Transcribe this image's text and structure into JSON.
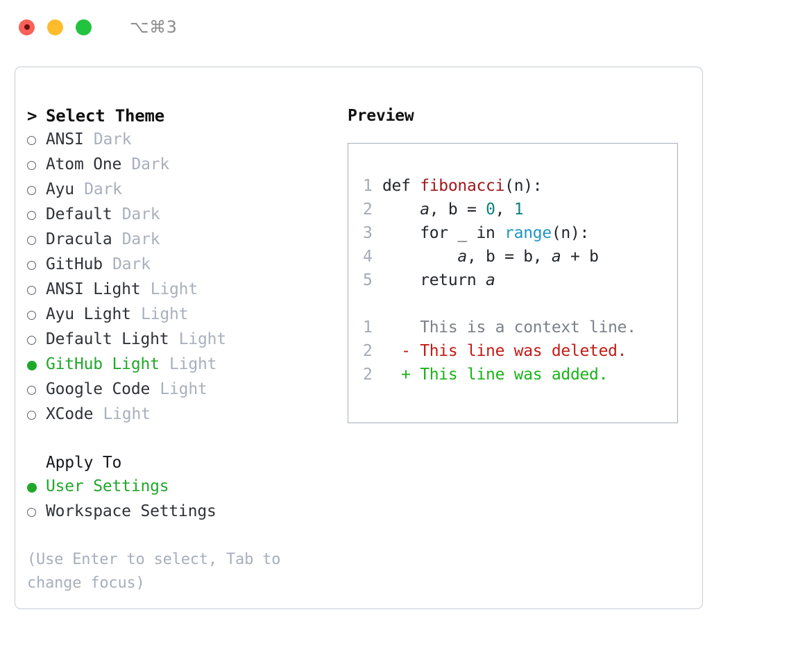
{
  "titlebar": {
    "shortcut": "⌥⌘3",
    "traffic_lights": [
      {
        "name": "close",
        "color": "#fb6159"
      },
      {
        "name": "minimize",
        "color": "#fdbc2e"
      },
      {
        "name": "maximize",
        "color": "#22c33e"
      }
    ]
  },
  "theme_list": {
    "header_marker": ">",
    "header_label": "Select Theme",
    "items": [
      {
        "marker": "ring",
        "label": "ANSI",
        "variant": "Dark",
        "selected": false
      },
      {
        "marker": "ring",
        "label": "Atom One",
        "variant": "Dark",
        "selected": false
      },
      {
        "marker": "ring",
        "label": "Ayu",
        "variant": "Dark",
        "selected": false
      },
      {
        "marker": "ring",
        "label": "Default",
        "variant": "Dark",
        "selected": false
      },
      {
        "marker": "ring",
        "label": "Dracula",
        "variant": "Dark",
        "selected": false
      },
      {
        "marker": "ring",
        "label": "GitHub",
        "variant": "Dark",
        "selected": false
      },
      {
        "marker": "ring",
        "label": "ANSI Light",
        "variant": "Light",
        "selected": false
      },
      {
        "marker": "ring",
        "label": "Ayu Light",
        "variant": "Light",
        "selected": false
      },
      {
        "marker": "ring",
        "label": "Default Light",
        "variant": "Light",
        "selected": false
      },
      {
        "marker": "dot",
        "label": "GitHub Light",
        "variant": "Light",
        "selected": true
      },
      {
        "marker": "ring",
        "label": "Google Code",
        "variant": "Light",
        "selected": false
      },
      {
        "marker": "ring",
        "label": "XCode",
        "variant": "Light",
        "selected": false
      }
    ]
  },
  "apply_to": {
    "header_label": "Apply To",
    "options": [
      {
        "marker": "dot",
        "label": "User Settings",
        "selected": true
      },
      {
        "marker": "ring",
        "label": "Workspace Settings",
        "selected": false
      }
    ]
  },
  "hint": "(Use Enter to select, Tab to change focus)",
  "preview": {
    "title": "Preview",
    "code_lines": [
      {
        "no": "1",
        "segments": [
          {
            "text": "def ",
            "type": "plain"
          },
          {
            "text": "fibonacci",
            "type": "fn"
          },
          {
            "text": "(n):",
            "type": "plain"
          }
        ]
      },
      {
        "no": "2",
        "segments": [
          {
            "text": "    ",
            "type": "plain"
          },
          {
            "text": "a",
            "type": "var"
          },
          {
            "text": ", ",
            "type": "plain"
          },
          {
            "text": "b",
            "type": "plain"
          },
          {
            "text": " = ",
            "type": "plain"
          },
          {
            "text": "0",
            "type": "num"
          },
          {
            "text": ", ",
            "type": "plain"
          },
          {
            "text": "1",
            "type": "num"
          }
        ]
      },
      {
        "no": "3",
        "segments": [
          {
            "text": "    for _ in ",
            "type": "plain"
          },
          {
            "text": "range",
            "type": "call"
          },
          {
            "text": "(n):",
            "type": "plain"
          }
        ]
      },
      {
        "no": "4",
        "segments": [
          {
            "text": "        ",
            "type": "plain"
          },
          {
            "text": "a",
            "type": "var"
          },
          {
            "text": ", b = b, ",
            "type": "plain"
          },
          {
            "text": "a",
            "type": "var"
          },
          {
            "text": " + b",
            "type": "plain"
          }
        ]
      },
      {
        "no": "5",
        "segments": [
          {
            "text": "    return ",
            "type": "plain"
          },
          {
            "text": "a",
            "type": "var"
          }
        ]
      }
    ],
    "diff_lines": [
      {
        "no": "1",
        "sign": " ",
        "text": "This is a context line.",
        "kind": "context"
      },
      {
        "no": "2",
        "sign": "-",
        "text": "This line was deleted.",
        "kind": "deleted"
      },
      {
        "no": "2",
        "sign": "+",
        "text": "This line was added.",
        "kind": "added"
      }
    ]
  },
  "colors": {
    "accent_green": "#20a82c",
    "diff_add": "#18b318",
    "diff_del": "#c21a14",
    "dim_text": "#a8b0bd",
    "panel_border": "#c7ccd4",
    "preview_border": "#a5adbb"
  }
}
